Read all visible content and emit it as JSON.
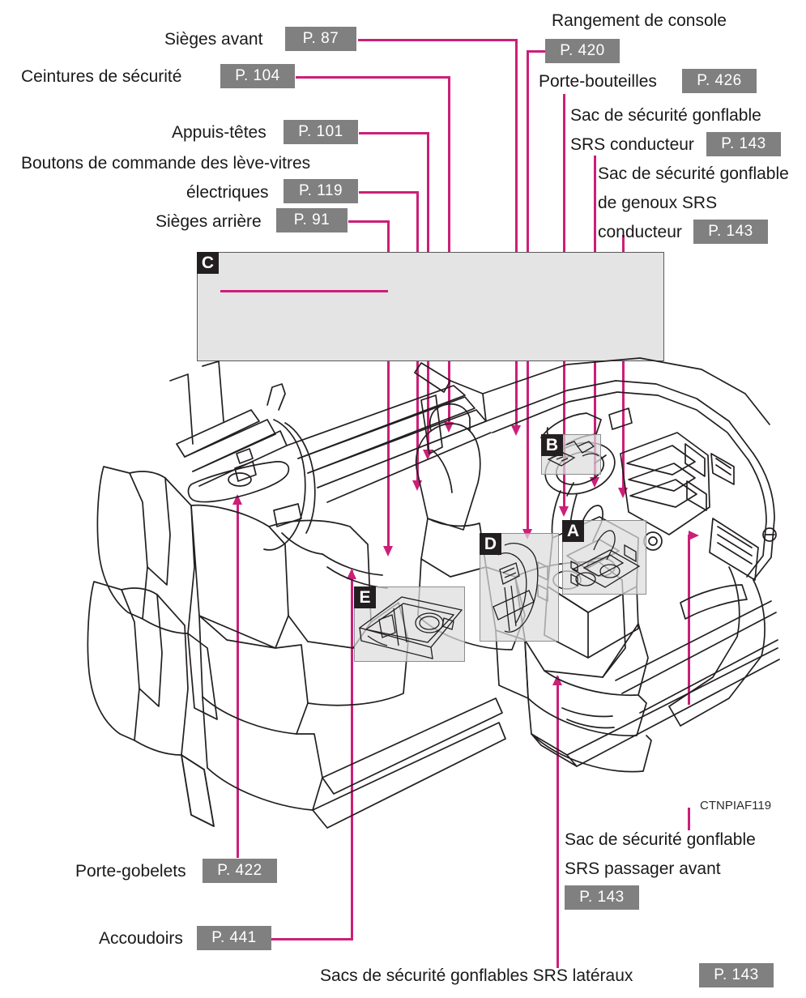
{
  "figure": {
    "code": "CTNPIAF119",
    "accent_color": "#cc1f78",
    "chip_color": "#808080",
    "badge_color": "#231f20",
    "panel_color": "#e4e4e4"
  },
  "callouts": [
    {
      "id": "sieges-avant",
      "label": "Sièges avant",
      "page": "P. 87"
    },
    {
      "id": "ceintures",
      "label": "Ceintures de sécurité",
      "page": "P. 104"
    },
    {
      "id": "appuis-tetes",
      "label": "Appuis-têtes",
      "page": "P. 101"
    },
    {
      "id": "leve-vitres-l1",
      "label": "Boutons de commande des lève-vitres",
      "page": ""
    },
    {
      "id": "leve-vitres-l2",
      "label": "électriques",
      "page": "P. 119"
    },
    {
      "id": "sieges-arriere",
      "label": "Sièges arrière",
      "page": "P. 91"
    },
    {
      "id": "rangement-console",
      "label": "Rangement de console",
      "page": "P. 420"
    },
    {
      "id": "porte-bouteilles",
      "label": "Porte-bouteilles",
      "page": "P. 426"
    },
    {
      "id": "airbag-conducteur-l1",
      "label": "Sac de sécurité gonflable",
      "page": ""
    },
    {
      "id": "airbag-conducteur-l2",
      "label": "SRS conducteur",
      "page": "P. 143"
    },
    {
      "id": "airbag-genoux-l1",
      "label": "Sac de sécurité gonflable",
      "page": ""
    },
    {
      "id": "airbag-genoux-l2",
      "label": "de genoux SRS",
      "page": ""
    },
    {
      "id": "airbag-genoux-l3",
      "label": "conducteur",
      "page": "P. 143"
    },
    {
      "id": "porte-gobelets",
      "label": "Porte-gobelets",
      "page": "P. 422"
    },
    {
      "id": "accoudoirs",
      "label": "Accoudoirs",
      "page": "P. 441"
    },
    {
      "id": "airbag-passager-l1",
      "label": "Sac de sécurité gonflable",
      "page": ""
    },
    {
      "id": "airbag-passager-l2",
      "label": "SRS passager avant",
      "page": "P. 143"
    },
    {
      "id": "airbags-lateraux",
      "label": "Sacs de sécurité gonflables SRS latéraux",
      "page": "P. 143"
    }
  ],
  "detail_badges": [
    {
      "id": "badge-a",
      "letter": "A"
    },
    {
      "id": "badge-b",
      "letter": "B"
    },
    {
      "id": "badge-c",
      "letter": "C"
    },
    {
      "id": "badge-d",
      "letter": "D"
    },
    {
      "id": "badge-e",
      "letter": "E"
    }
  ]
}
